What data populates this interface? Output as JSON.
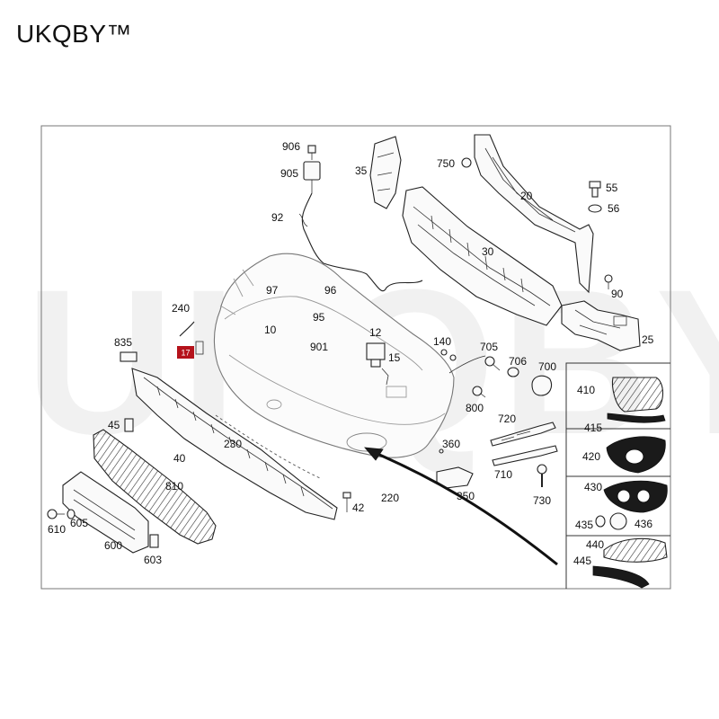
{
  "brand": "UKQBY™",
  "watermark": "UKQBY™",
  "highlight": {
    "label": "17",
    "color": "#b5121b"
  },
  "callouts": [
    {
      "id": "906",
      "label": "906"
    },
    {
      "id": "905",
      "label": "905"
    },
    {
      "id": "92",
      "label": "92"
    },
    {
      "id": "35",
      "label": "35"
    },
    {
      "id": "750",
      "label": "750"
    },
    {
      "id": "20",
      "label": "20"
    },
    {
      "id": "55",
      "label": "55"
    },
    {
      "id": "56",
      "label": "56"
    },
    {
      "id": "30",
      "label": "30"
    },
    {
      "id": "97",
      "label": "97"
    },
    {
      "id": "96",
      "label": "96"
    },
    {
      "id": "95",
      "label": "95"
    },
    {
      "id": "90",
      "label": "90"
    },
    {
      "id": "240",
      "label": "240"
    },
    {
      "id": "10",
      "label": "10"
    },
    {
      "id": "12",
      "label": "12"
    },
    {
      "id": "901",
      "label": "901"
    },
    {
      "id": "25",
      "label": "25"
    },
    {
      "id": "835",
      "label": "835"
    },
    {
      "id": "140",
      "label": "140"
    },
    {
      "id": "705",
      "label": "705"
    },
    {
      "id": "15",
      "label": "15"
    },
    {
      "id": "706",
      "label": "706"
    },
    {
      "id": "700",
      "label": "700"
    },
    {
      "id": "410",
      "label": "410"
    },
    {
      "id": "800",
      "label": "800"
    },
    {
      "id": "45",
      "label": "45"
    },
    {
      "id": "720",
      "label": "720"
    },
    {
      "id": "415",
      "label": "415"
    },
    {
      "id": "230",
      "label": "230"
    },
    {
      "id": "360",
      "label": "360"
    },
    {
      "id": "420",
      "label": "420"
    },
    {
      "id": "40",
      "label": "40"
    },
    {
      "id": "710",
      "label": "710"
    },
    {
      "id": "810",
      "label": "810"
    },
    {
      "id": "430",
      "label": "430"
    },
    {
      "id": "350",
      "label": "350"
    },
    {
      "id": "730",
      "label": "730"
    },
    {
      "id": "220",
      "label": "220"
    },
    {
      "id": "42",
      "label": "42"
    },
    {
      "id": "435",
      "label": "435"
    },
    {
      "id": "436",
      "label": "436"
    },
    {
      "id": "610",
      "label": "610"
    },
    {
      "id": "605",
      "label": "605"
    },
    {
      "id": "440",
      "label": "440"
    },
    {
      "id": "600",
      "label": "600"
    },
    {
      "id": "603",
      "label": "603"
    },
    {
      "id": "445",
      "label": "445"
    }
  ]
}
